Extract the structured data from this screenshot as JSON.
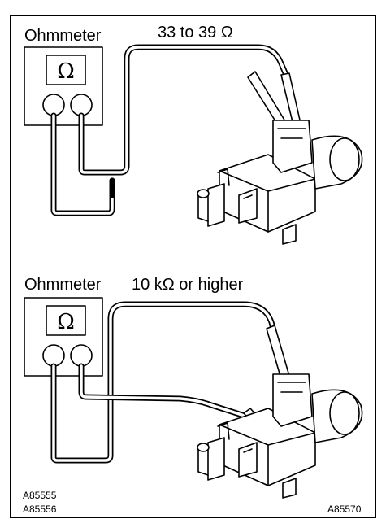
{
  "top_panel": {
    "meter_label": "Ohmmeter",
    "reading_label": "33 to 39 Ω",
    "meter_symbol": "Ω"
  },
  "bottom_panel": {
    "meter_label": "Ohmmeter",
    "reading_label": "10 kΩ or higher",
    "meter_symbol": "Ω"
  },
  "figure_codes": {
    "code_1": "A85555",
    "code_2": "A85556",
    "code_3": "A85570"
  }
}
